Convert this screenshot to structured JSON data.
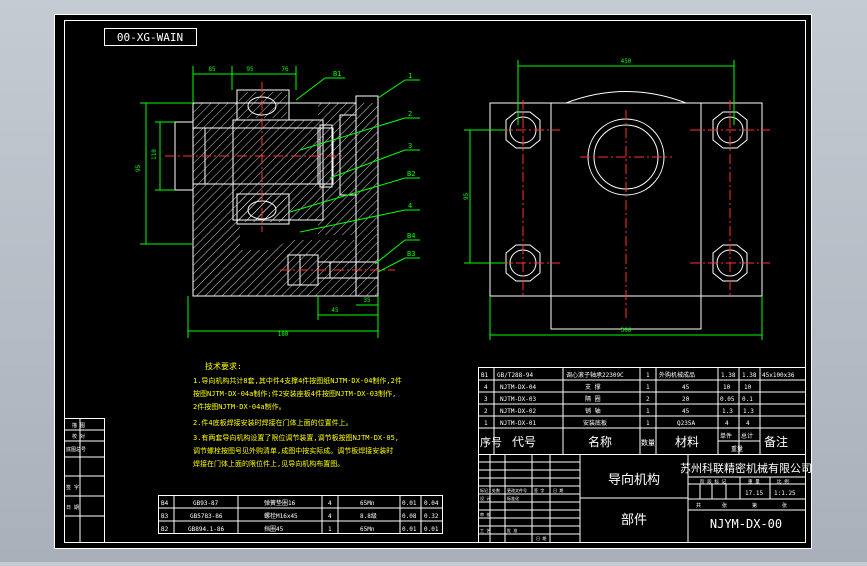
{
  "drawing_code_box": "00-XG-WAIN",
  "balloons": {
    "b1": "B1",
    "n1": "1",
    "n2": "2",
    "n3": "3",
    "b2": "B2",
    "n4": "4",
    "b4": "B4",
    "b3": "B3"
  },
  "dims": {
    "d_top_a": "85",
    "d_top_b": "95",
    "d_top_c": "76",
    "d_left_big": "95",
    "d_left_inner": "110",
    "d_bot_total": "180",
    "d_bot_b": "45",
    "d_bot_c": "35",
    "d_right_top": "450",
    "d_right_side": "95",
    "d_right_bot": "300"
  },
  "tech_title": "技术要求:",
  "tech_lines": [
    "1.导向机构共计8套,其中件4支撑4件按图纸NJTM-DX-04制作,2件",
    "  按图NJTM-DX-04a制作;件2安装座板4件按图NJTM-DX-03制作,",
    "  2件按图NJTM-DX-04a制作。",
    "2.件4底板焊接安装时焊接在门体上面的位置件上。",
    "3.有两套导向机构设置了限位调节装置,调节板按图NJTM-DX-05,",
    "  调节螺栓按图号见外购清单,成图中按实际成。调节板焊接安装时",
    "  焊接在门体上面的限位件上,见导向机构布置图。"
  ],
  "side_table": [
    "描 图",
    "校 对",
    "底图总号",
    "签 字",
    "日 期"
  ],
  "bom_headers": {
    "no": "序号",
    "code": "代号",
    "name": "名称",
    "qty": "数量",
    "mat": "材料",
    "single": "单件",
    "total": "总计",
    "weight": "重量",
    "remark": "备注"
  },
  "bom_rows": [
    {
      "no": "B1",
      "code": "GB/T288-94",
      "name": "调心滚子轴承22309C",
      "qty": "1",
      "mat": "外购机械成品",
      "single": "1.38",
      "total": "1.38",
      "remark": "45x100x36"
    },
    {
      "no": "4",
      "code": "NJTM-DX-04",
      "name": "支 撑",
      "qty": "1",
      "mat": "45",
      "single": "10",
      "total": "10",
      "remark": ""
    },
    {
      "no": "3",
      "code": "NJTM-DX-03",
      "name": "隔 圈",
      "qty": "2",
      "mat": "20",
      "single": "0.05",
      "total": "0.1",
      "remark": ""
    },
    {
      "no": "2",
      "code": "NJTM-DX-02",
      "name": "销 轴",
      "qty": "1",
      "mat": "45",
      "single": "1.3",
      "total": "1.3",
      "remark": ""
    },
    {
      "no": "1",
      "code": "NJTM-DX-01",
      "name": "安装底板",
      "qty": "1",
      "mat": "Q235A",
      "single": "4",
      "total": "4",
      "remark": ""
    }
  ],
  "std_rows": [
    {
      "no": "B4",
      "code": "GB93-87",
      "name": "弹簧垫圈16",
      "qty": "4",
      "mat": "65Mn",
      "single": "0.01",
      "total": "0.04"
    },
    {
      "no": "B3",
      "code": "GB5783-86",
      "name": "螺栓M16x45",
      "qty": "4",
      "mat": "8.8级",
      "single": "0.08",
      "total": "0.32"
    },
    {
      "no": "B2",
      "code": "GB894.1-86",
      "name": "挡圈45",
      "qty": "1",
      "mat": "65Mn",
      "single": "0.01",
      "total": "0.01"
    }
  ],
  "title_block": {
    "part_name": "导向机构",
    "company": "苏州科联精密机械有限公司",
    "category": "部件",
    "drawing_no": "NJYM-DX-00",
    "weight": "17.15",
    "scale": "1:1.25",
    "stage_label": "阶 段 标 记",
    "weight_label": "重 量",
    "scale_label": "比 例",
    "sheet_a": "共",
    "sheet_b": "张",
    "sheet_c": "第",
    "sheet_d": "张",
    "labels": [
      "标记",
      "处数",
      "更改文件号",
      "签 字",
      "日 期",
      "设 计",
      "审 核",
      "工 艺",
      "标准化",
      "批 准"
    ],
    "date_label": "日 期"
  }
}
